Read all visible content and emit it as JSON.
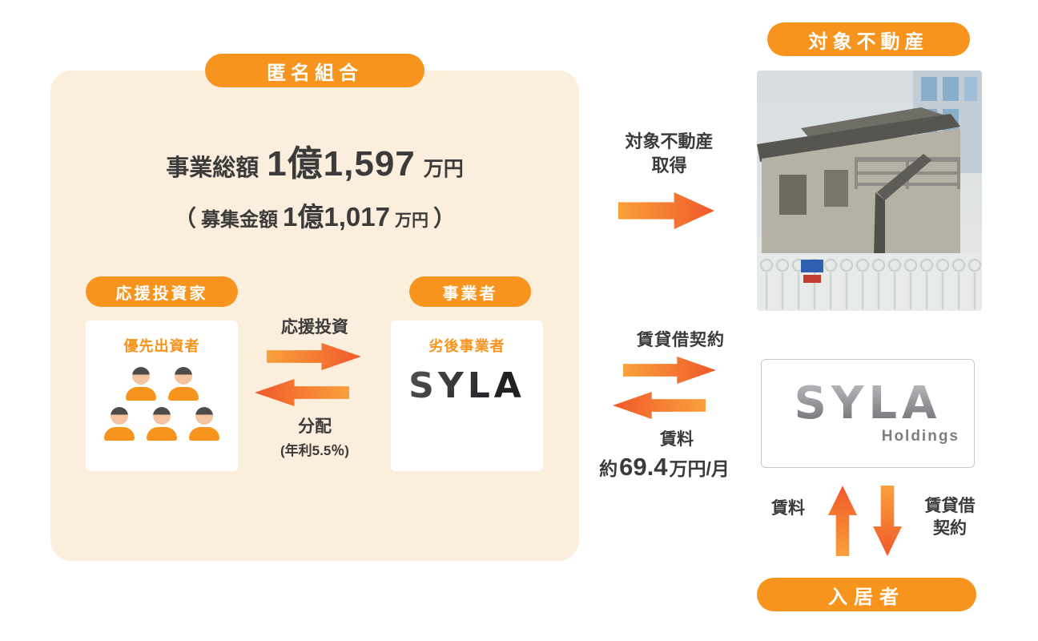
{
  "colors": {
    "orange": "#F7941D",
    "arrow_start": "#F9A13B",
    "arrow_end": "#F1582B",
    "panel_bg": "#FCEEDC",
    "text": "#3B3B3B",
    "logo_dark_1": "#5A5B5E",
    "logo_dark_2": "#232024",
    "logo_gray_1": "#B9BBBE",
    "logo_gray_2": "#6D6F72"
  },
  "partnership": {
    "badge": "匿名組合",
    "total": {
      "label": "事業総額",
      "value": "1億1,597",
      "unit": "万円"
    },
    "raise": {
      "open": "（",
      "label": "募集金額",
      "value": "1億1,017",
      "unit": "万円",
      "close": "）"
    },
    "investors": {
      "badge": "応援投資家",
      "role": "優先出資者"
    },
    "operator": {
      "badge": "事業者",
      "role": "劣後事業者",
      "logo": "SYLA"
    },
    "flows": {
      "invest": "応援投資",
      "dividend": "分配",
      "dividend_note": "(年利5.5％)"
    }
  },
  "property": {
    "badge": "対象不動産",
    "acquire_line1": "対象不動産",
    "acquire_line2": "取得"
  },
  "lease": {
    "contract": "賃貸借契約",
    "rent_label": "賃料",
    "rent_prefix": "約",
    "rent_value": "69.4",
    "rent_unit": "万円/月"
  },
  "holdings": {
    "logo": "SYLA",
    "sub": "Holdings"
  },
  "tenant": {
    "badge": "入居者",
    "rent_label": "賃料",
    "contract_line1": "賃貸借",
    "contract_line2": "契約"
  }
}
